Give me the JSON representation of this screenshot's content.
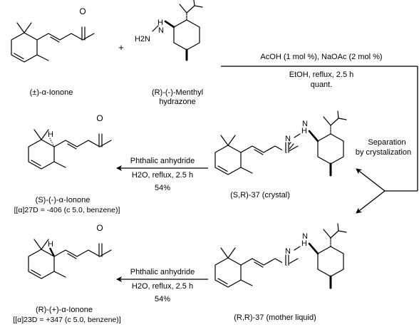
{
  "compounds": {
    "alpha_ionone_racemic": "(±)-α-Ionone",
    "plus_sign": "+",
    "menthyl_hydrazone_line1": "(R)-(-)-Menthyl",
    "menthyl_hydrazone_line2": "hydrazone",
    "hydrazone_SR": "(S,R)-37 (crystal)",
    "hydrazone_RR": "(R,R)-37 (mother liquid)",
    "ionone_S": "(S)-(-)-α-Ionone",
    "ionone_S_rotation": "[[α]27D = -406 (c 5.0, benzene)]",
    "ionone_R": "(R)-(+)-α-Ionone",
    "ionone_R_rotation": "[[α]23D = +347 (c 5.0, benzene)]"
  },
  "atoms": {
    "oxygen": "O",
    "nitrogen": "N",
    "hn": "H",
    "h2n": "H2N",
    "hydrogen": "H"
  },
  "conditions": {
    "step1_above": "AcOH (1 mol %), NaOAc (2 mol %)",
    "step1_below1": "EtOH, reflux, 2.5 h",
    "step1_below2": "quant.",
    "separation1": "Separation",
    "separation2": "by crystalization",
    "hydrolysis_reagent": "Phthalic anhydride",
    "hydrolysis_conditions": "H2O, reflux, 2.5 h",
    "hydrolysis_yield_top": "54%",
    "hydrolysis_yield_bottom": "54%"
  }
}
